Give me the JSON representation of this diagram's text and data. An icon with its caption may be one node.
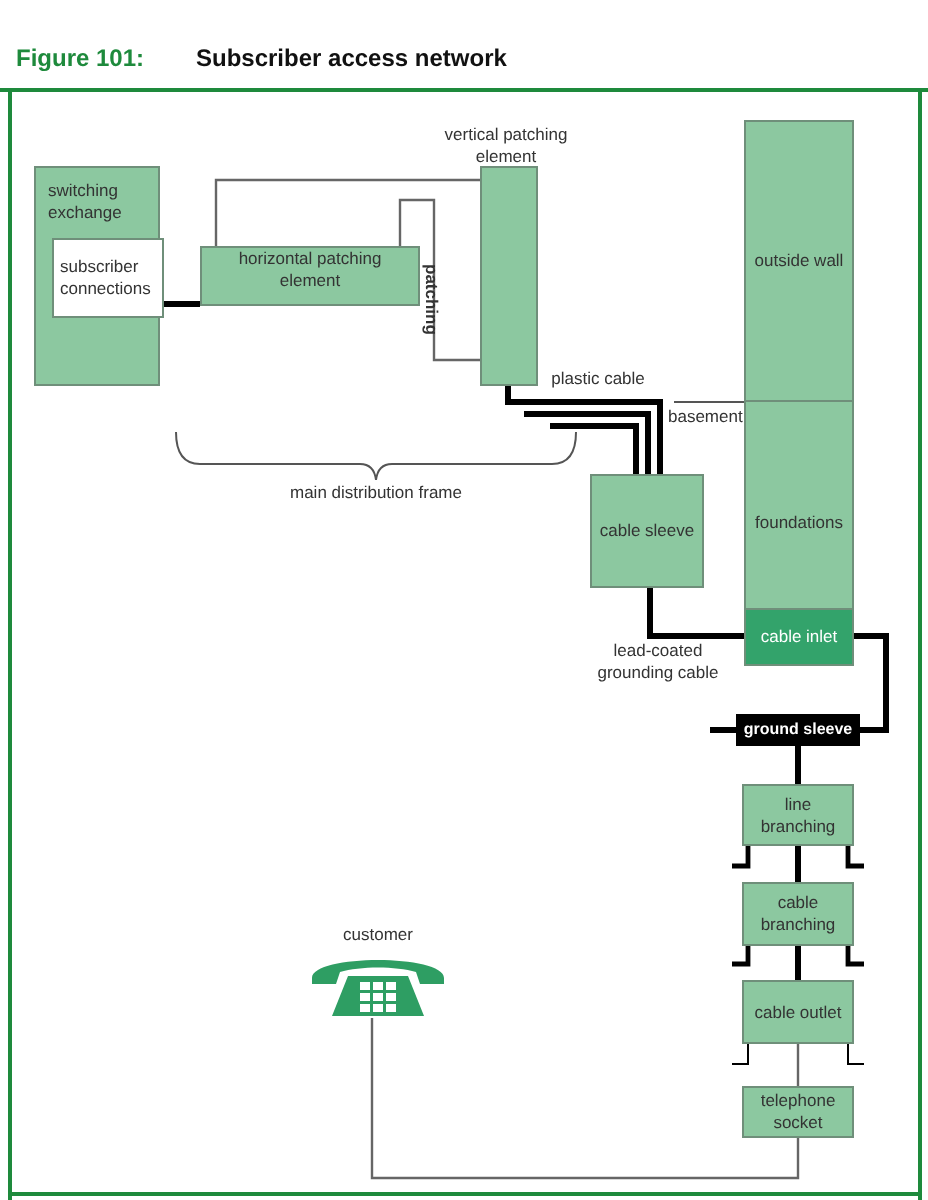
{
  "diagram": {
    "title": "Subscriber access network",
    "nodes": [
      {
        "text": [
          "switching exchange"
        ]
      },
      {
        "text": [
          "subscriber connections"
        ],
        "in": 0
      },
      {
        "text": [
          "horizontal patching element"
        ]
      },
      {
        "text": [
          "vertical patching element"
        ]
      },
      {
        "text": [
          "cable sleeve"
        ]
      },
      {
        "text": [
          "outside wall"
        ]
      },
      {
        "text": [
          "foundations"
        ]
      },
      {
        "text": [
          "cable inlet"
        ]
      },
      {
        "text": [
          "ground sleeve"
        ]
      },
      {
        "text": [
          "line branching"
        ]
      },
      {
        "text": [
          "cable branching"
        ]
      },
      {
        "text": [
          "cable outlet"
        ]
      },
      {
        "text": [
          "telephone socket"
        ]
      },
      {
        "text": [
          "customer"
        ]
      }
    ],
    "edges": [
      {
        "from": 1,
        "to": 2,
        "arrow": "none"
      },
      {
        "from": 2,
        "to": 3,
        "arrow": "none",
        "color": "#666666"
      },
      {
        "from": 2,
        "to": 3,
        "arrow": "none",
        "label": "patching",
        "color": "#666666"
      },
      {
        "from": 3,
        "to": 4,
        "arrow": "none",
        "label": "plastic cable"
      },
      {
        "from": null,
        "to": 4,
        "arrow": "none"
      },
      {
        "from": null,
        "to": 4,
        "arrow": "none"
      },
      {
        "from": 4,
        "to": 7,
        "arrow": "none",
        "label": "lead-coated grounding cable"
      },
      {
        "from": 7,
        "to": 8,
        "arrow": "none"
      },
      {
        "from": 8,
        "to": null,
        "arrow": "none"
      },
      {
        "from": 8,
        "to": 9,
        "arrow": "none"
      },
      {
        "from": 9,
        "to": 10,
        "arrow": "none"
      },
      {
        "from": 10,
        "to": 11,
        "arrow": "none"
      },
      {
        "from": 11,
        "to": 12,
        "arrow": "none",
        "color": "#666666"
      },
      {
        "from": 12,
        "to": 13,
        "arrow": "none",
        "color": "#666666"
      }
    ],
    "labels": [
      "Figure 101:",
      "basement",
      "main distribution frame"
    ]
  }
}
